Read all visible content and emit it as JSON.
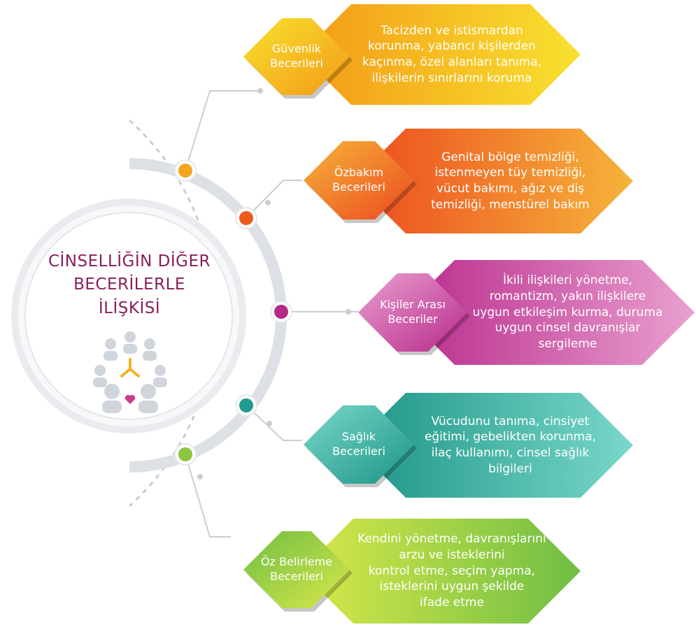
{
  "center": {
    "title": "CİNSELLİĞİN DİĞER\nBECERİLERLE\nİLİŞKİSİ",
    "icon": "people-group-heart-icon"
  },
  "colors": {
    "title": "#8a1f5a",
    "ring": "#d9dde1",
    "dot_guvenlik": "#f7a51c",
    "dot_ozbakim": "#ef5b1e",
    "dot_kisiler": "#b52a87",
    "dot_saglik": "#1f9c8f",
    "dot_ozbelirleme": "#8cc63f"
  },
  "skills": [
    {
      "id": "guvenlik",
      "label": "Güvenlik\nBecerileri",
      "text": "Tacizden ve istismardan\nkorunma, yabancı kişilerden\nkaçınma, özel alanları tanıma,\nilişkilerin sınırlarını koruma",
      "gradient": [
        "#f39a17",
        "#f8e12f"
      ]
    },
    {
      "id": "ozbakim",
      "label": "Özbakım\nBecerileri",
      "text": "Genital bölge temizliği,\nistenmeyen tüy temizliği,\nvücut bakımı, ağız ve diş\ntemizliği, menstürel bakım",
      "gradient": [
        "#ec4a1f",
        "#f6b43a"
      ]
    },
    {
      "id": "kisiler",
      "label": "Kişiler Arası\nBeceriler",
      "text": "İkili ilişkileri yönetme,\nromantizm, yakın ilişkilere\nuygun etkileşim kurma, duruma\nuygun cinsel davranışlar\nsergileme",
      "gradient": [
        "#b82a8c",
        "#e9a0cf"
      ]
    },
    {
      "id": "saglik",
      "label": "Sağlık\nBecerileri",
      "text": "Vücudunu tanıma, cinsiyet\neğitimi, gebelikten korunma,\nilaç kullanımı, cinsel sağlık\nbilgileri",
      "gradient": [
        "#1d9486",
        "#79d8c9"
      ]
    },
    {
      "id": "ozbelirleme",
      "label": "Öz Belirleme\nBecerileri",
      "text": "Kendini yönetme, davranışlarını\narzu ve isteklerini\nkontrol etme, seçim yapma,\nisteklerini uygun şekilde\nifade etme",
      "gradient": [
        "#d9e84a",
        "#6fbe44"
      ]
    }
  ]
}
